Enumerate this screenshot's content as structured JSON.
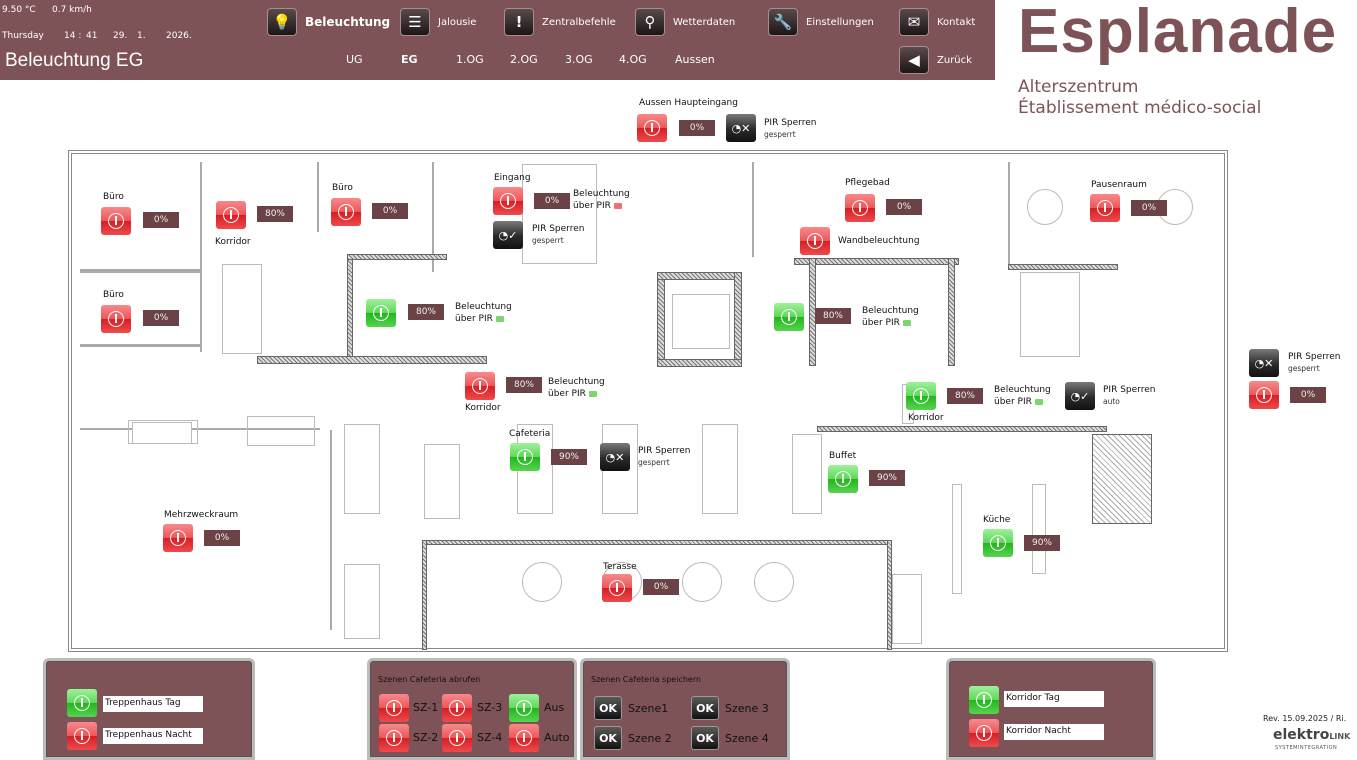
{
  "header": {
    "temperature": "9.50 °C",
    "wind": "0.7 km/h",
    "weekday": "Thursday",
    "time_h": "14 :",
    "time_m": "41",
    "date_d": "29.",
    "date_m": "1.",
    "date_y": "2026.",
    "page_title": "Beleuchtung EG",
    "nav": [
      {
        "label": "Beleuchtung",
        "icon": "lightbulb-icon"
      },
      {
        "label": "Jalousie",
        "icon": "blinds-icon"
      },
      {
        "label": "Zentralbefehle",
        "icon": "exclamation-icon"
      },
      {
        "label": "Wetterdaten",
        "icon": "weather-station-icon"
      },
      {
        "label": "Einstellungen",
        "icon": "wrench-icon"
      },
      {
        "label": "Kontakt",
        "icon": "envelope-icon"
      },
      {
        "label": "Zurück",
        "icon": "back-arrow-icon"
      }
    ],
    "floors": [
      "UG",
      "EG",
      "1.OG",
      "2.OG",
      "3.OG",
      "4.OG",
      "Aussen"
    ],
    "active_floor": "EG"
  },
  "logo": {
    "name": "Esplanade",
    "line1": "Alterszentrum",
    "line2": "Établissement médico-social"
  },
  "rooms": {
    "aussen_haupteingang": {
      "label": "Aussen Haupteingang",
      "state": "off",
      "value": "0%"
    },
    "buero1": {
      "label": "Büro",
      "state": "off",
      "value": "0%"
    },
    "buero2": {
      "label": "Büro",
      "state": "off",
      "value": "0%"
    },
    "buero3": {
      "label": "Büro",
      "state": "off",
      "value": "0%"
    },
    "korridor_west": {
      "label": "Korridor",
      "state": "off",
      "value": "80%"
    },
    "eingang": {
      "label": "Eingang",
      "state": "off",
      "value": "0%"
    },
    "treppe_west": {
      "label": "",
      "state": "on",
      "value": "80%"
    },
    "korridor_mitte": {
      "label": "Korridor",
      "state": "off",
      "value": "80%"
    },
    "pflegebad": {
      "label": "Pflegebad",
      "state": "off",
      "value": "0%"
    },
    "wandbeleuchtung": {
      "label": "Wandbeleuchtung",
      "state": "off"
    },
    "treppe_ost": {
      "label": "",
      "state": "on",
      "value": "80%"
    },
    "pausenraum": {
      "label": "Pausenraum",
      "state": "off",
      "value": "0%"
    },
    "korridor_ost": {
      "label": "Korridor",
      "state": "on",
      "value": "80%"
    },
    "aussen_ost": {
      "label": "",
      "state": "off",
      "value": "0%"
    },
    "cafeteria": {
      "label": "Cafeteria",
      "state": "on",
      "value": "90%"
    },
    "buffet": {
      "label": "Buffet",
      "state": "on",
      "value": "90%"
    },
    "mehrzweckraum": {
      "label": "Mehrzweckraum",
      "state": "off",
      "value": "0%"
    },
    "terasse": {
      "label": "Terasse",
      "state": "off",
      "value": "0%"
    },
    "kueche": {
      "label": "Küche",
      "state": "on",
      "value": "90%"
    }
  },
  "pir": {
    "label": "PIR Sperren",
    "aussen": "gesperrt",
    "eingang": "gesperrt",
    "cafeteria": "gesperrt",
    "korridor_ost": "auto",
    "aussen_ost": "gesperrt",
    "bel_line1": "Beleuchtung",
    "bel_line2": "über PIR"
  },
  "panels": {
    "treppenhaus": {
      "tag": "Treppenhaus Tag",
      "nacht": "Treppenhaus Nacht"
    },
    "szenen_abrufen": {
      "title": "Szenen Cafeteria abrufen",
      "items": [
        {
          "label": "SZ-1",
          "state": "off"
        },
        {
          "label": "SZ-3",
          "state": "off"
        },
        {
          "label": "Aus",
          "state": "on"
        },
        {
          "label": "SZ-2",
          "state": "off"
        },
        {
          "label": "SZ-4",
          "state": "off"
        },
        {
          "label": "Auto",
          "state": "off"
        }
      ]
    },
    "szenen_speichern": {
      "title": "Szenen Cafeteria speichern",
      "ok": "OK",
      "items": [
        "Szene1",
        "Szene 3",
        "Szene 2",
        "Szene 4"
      ]
    },
    "korridor": {
      "tag": "Korridor Tag",
      "nacht": "Korridor Nacht"
    }
  },
  "footer": {
    "revision": "Rev. 15.09.2025 / Ri.",
    "brand": "elektro",
    "brand_suffix": "LINK",
    "brand_sub": "SYSTEMINTEGRATION"
  }
}
